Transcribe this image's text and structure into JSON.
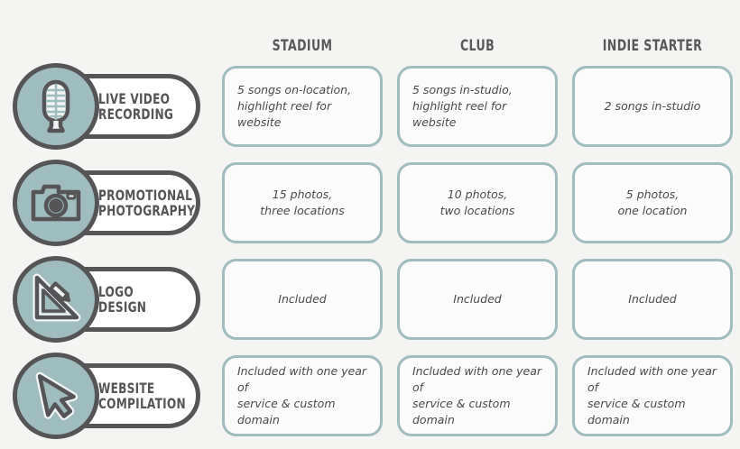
{
  "background_color": "#f4f4f3",
  "accent_color": "#9fbdbf",
  "outline_color": "#555557",
  "header": {
    "columns": [
      {
        "label": "STADIUM"
      },
      {
        "label": "CLUB"
      },
      {
        "label": "INDIE STARTER"
      }
    ]
  },
  "rows": [
    {
      "icon": "microphone-icon",
      "label": "LIVE VIDEO\nRECORDING",
      "cells": [
        {
          "text": "5 songs on-location,\nhighlight reel for website",
          "align": "align-left"
        },
        {
          "text": "5 songs in-studio,\nhighlight reel for website",
          "align": "align-left"
        },
        {
          "text": "2 songs in-studio",
          "align": "align-center"
        }
      ]
    },
    {
      "icon": "camera-icon",
      "label": "PROMOTIONAL\nPHOTOGRAPHY",
      "cells": [
        {
          "text": "15 photos,\nthree locations",
          "align": "align-center"
        },
        {
          "text": "10 photos,\ntwo locations",
          "align": "align-center"
        },
        {
          "text": "5 photos,\none location",
          "align": "align-center"
        }
      ]
    },
    {
      "icon": "set-square-pencil-icon",
      "label": "LOGO DESIGN",
      "cells": [
        {
          "text": "Included",
          "align": "align-center"
        },
        {
          "text": "Included",
          "align": "align-center"
        },
        {
          "text": "Included",
          "align": "align-center"
        }
      ]
    },
    {
      "icon": "cursor-arrow-icon",
      "label": "WEBSITE\nCOMPILATION",
      "cells": [
        {
          "text": "Included with one year of\nservice & custom domain",
          "align": "align-left"
        },
        {
          "text": "Included with one year of\nservice & custom domain",
          "align": "align-left"
        },
        {
          "text": "Included with one year of\nservice & custom domain",
          "align": "align-left"
        }
      ]
    }
  ]
}
